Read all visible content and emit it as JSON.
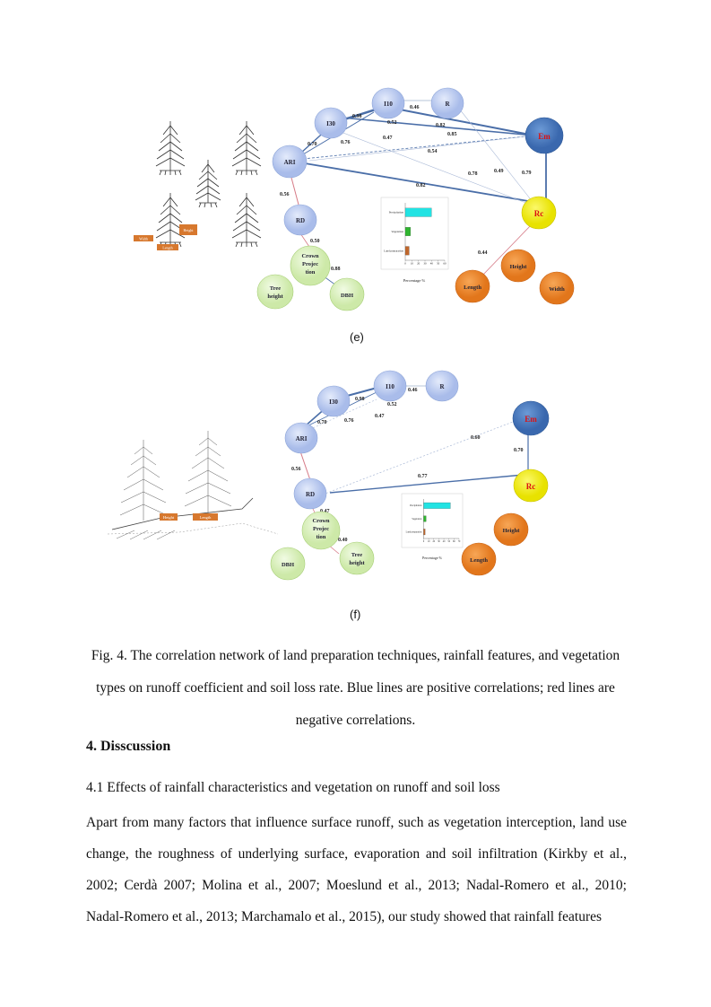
{
  "figure_e": {
    "panel_label": "(e)",
    "nodes": {
      "ari": "ARI",
      "i30": "I30",
      "i10": "I10",
      "r": "R",
      "em": "Em",
      "rc": "Rc",
      "rd": "RD",
      "crown": [
        "Crown",
        "Projec",
        "tion"
      ],
      "tree_height": [
        "Tree",
        "height"
      ],
      "dbh": "DBH",
      "length": "Length",
      "height": "Height",
      "width": "Width"
    },
    "edge_labels": [
      "0.98",
      "0.46",
      "0.52",
      "0.82",
      "0.85",
      "0.70",
      "0.76",
      "0.47",
      "0.54",
      "0.78",
      "0.49",
      "0.79",
      "0.82",
      "0.56",
      "0.50",
      "0.88",
      "0.44"
    ],
    "inset_labels": {
      "length": "Length",
      "width": "Width",
      "height": "Height"
    },
    "chart_data": {
      "type": "bar",
      "orientation": "horizontal",
      "categories": [
        "Precipitation",
        "Vegetation",
        "Land preparation"
      ],
      "values": [
        40,
        8,
        6
      ],
      "xlim": [
        0,
        60
      ],
      "xticks": [
        0,
        10,
        20,
        30,
        40,
        50,
        60
      ],
      "xlabel": "Percentage %",
      "colors": [
        "#22e3e3",
        "#2fb52f",
        "#c0672c"
      ]
    }
  },
  "figure_f": {
    "panel_label": "(f)",
    "nodes": {
      "ari": "ARI",
      "i30": "I30",
      "i10": "I10",
      "r": "R",
      "em": "Em",
      "rc": "Rc",
      "rd": "RD",
      "crown": [
        "Crown",
        "Projec",
        "tion"
      ],
      "tree_height": [
        "Tree",
        "height"
      ],
      "dbh": "DBH",
      "length": "Length",
      "height": "Height"
    },
    "edge_labels": [
      "0.98",
      "0.46",
      "0.52",
      "0.70",
      "0.76",
      "0.47",
      "0.60",
      "0.70",
      "0.77",
      "0.56",
      "0.47",
      "0.40"
    ],
    "inset_labels": {
      "height": "Height",
      "length": "Length"
    },
    "chart_data": {
      "type": "bar",
      "orientation": "horizontal",
      "categories": [
        "Precipitation",
        "Vegetation",
        "Land preparation"
      ],
      "values": [
        53,
        5,
        3
      ],
      "xlim": [
        0,
        70
      ],
      "xticks": [
        0,
        10,
        20,
        30,
        40,
        50,
        60,
        70
      ],
      "xlabel": "Percentage %",
      "colors": [
        "#22e3e3",
        "#2fb52f",
        "#c0672c"
      ]
    }
  },
  "caption": "Fig. 4. The correlation network of land preparation techniques, rainfall features, and vegetation types on runoff coefficient and soil loss rate. Blue lines are positive correlations; red lines are negative correlations.",
  "section_heading": "4. Disscussion",
  "subsection_heading": "4.1 Effects of rainfall characteristics and vegetation on runoff and soil loss",
  "body_text": "Apart from many factors that influence surface runoff, such as vegetation interception, land use change, the roughness of underlying surface, evaporation and soil infiltration (Kirkby et al., 2002; Cerdà 2007; Molina et al., 2007; Moeslund et al., 2013; Nadal-Romero et al., 2010; Nadal-Romero et al., 2013; Marchamalo et al., 2015), our study showed that rainfall features",
  "colors": {
    "blue_node": "#bccbf0",
    "em_node": "#4a7ec4",
    "rc_node": "#f5f20a",
    "green_node": "#dff4c4",
    "orange_node": "#f08a2c",
    "positive_line": "#4a6ea8",
    "negative_line": "#d67a86"
  }
}
